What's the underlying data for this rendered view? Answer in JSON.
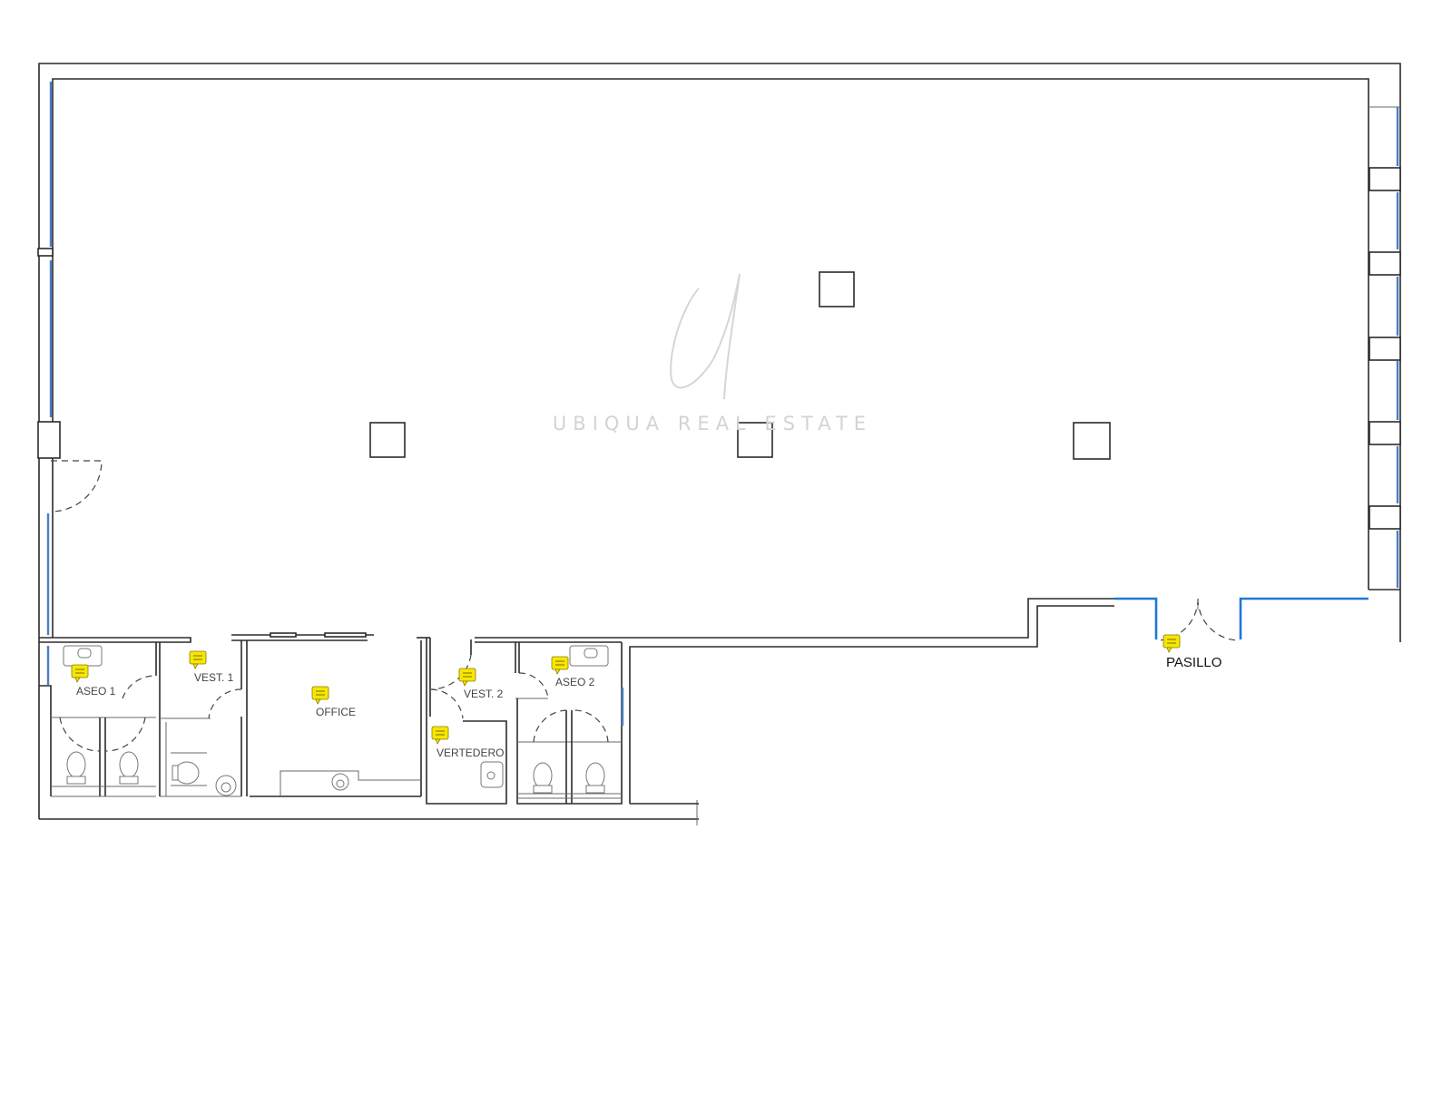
{
  "watermark": {
    "text": "UBIQUA REAL ESTATE",
    "logo_icon": "script-u-logo"
  },
  "rooms": [
    {
      "id": "aseo-1",
      "label": "ASEO 1"
    },
    {
      "id": "vest-1",
      "label": "VEST. 1"
    },
    {
      "id": "office",
      "label": "OFFICE"
    },
    {
      "id": "vest-2",
      "label": "VEST. 2"
    },
    {
      "id": "aseo-2",
      "label": "ASEO 2"
    },
    {
      "id": "vertedero",
      "label": "VERTEDERO"
    },
    {
      "id": "pasillo",
      "label": "PASILLO"
    }
  ],
  "colors": {
    "wall": "#2b2b2b",
    "glazing": "#4a7fc4",
    "entrance": "#1f78d4",
    "note_marker": "#f7e600"
  },
  "icons": [
    "note-marker-icon",
    "toilet-icon",
    "sink-icon",
    "pillar"
  ]
}
